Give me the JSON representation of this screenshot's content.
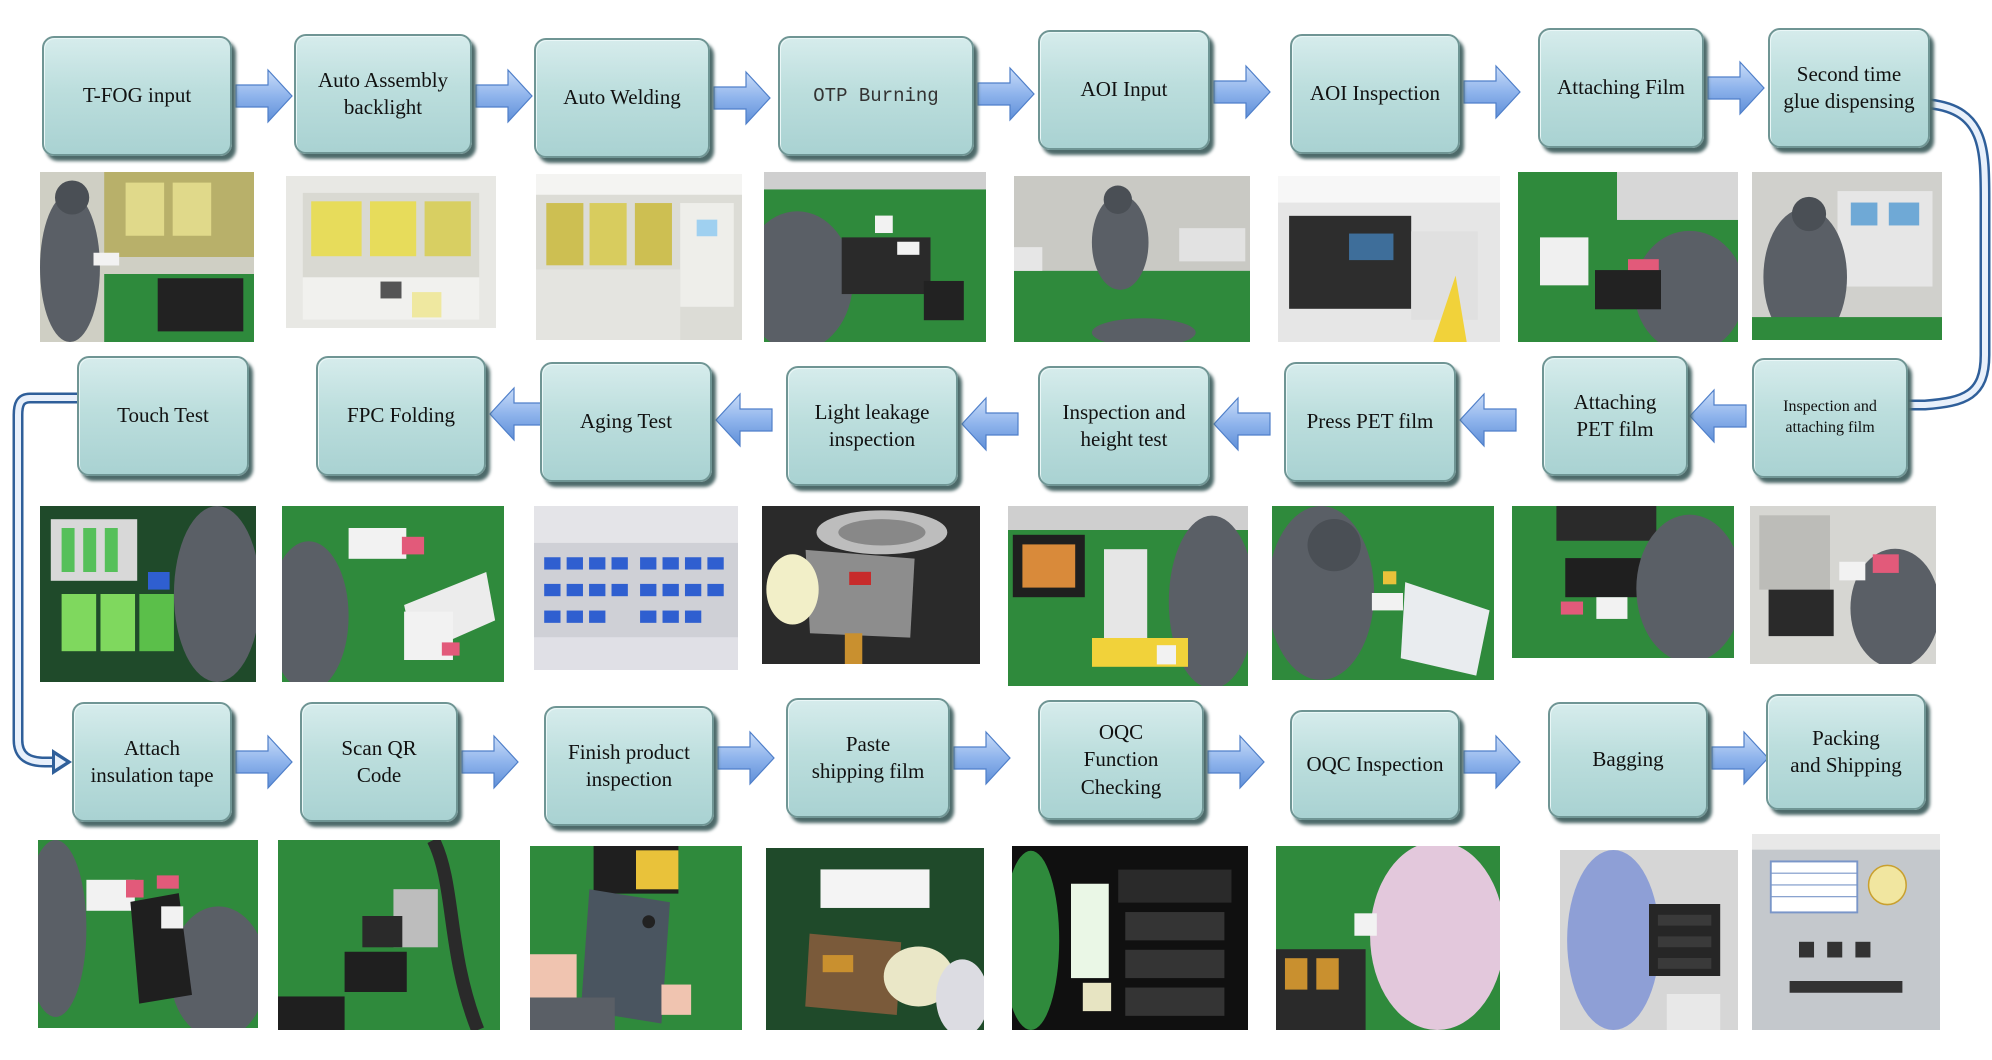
{
  "row1": [
    {
      "label": "T-FOG input"
    },
    {
      "label": "Auto Assembly\nbacklight"
    },
    {
      "label": "Auto Welding"
    },
    {
      "label": "OTP Burning"
    },
    {
      "label": "AOI Input"
    },
    {
      "label": "AOI Inspection"
    },
    {
      "label": "Attaching Film"
    },
    {
      "label": "Second time\nglue dispensing"
    }
  ],
  "row2": [
    {
      "label": "Touch Test"
    },
    {
      "label": "FPC Folding"
    },
    {
      "label": "Aging Test"
    },
    {
      "label": "Light leakage\ninspection"
    },
    {
      "label": "Inspection and\nheight test"
    },
    {
      "label": "Press PET film"
    },
    {
      "label": "Attaching\nPET film"
    },
    {
      "label": "Inspection and\nattaching film"
    }
  ],
  "row3": [
    {
      "label": "Attach\ninsulation tape"
    },
    {
      "label": "Scan QR\nCode"
    },
    {
      "label": "Finish product\ninspection"
    },
    {
      "label": "Paste\nshipping film"
    },
    {
      "label": "OQC\nFunction Checking"
    },
    {
      "label": "OQC Inspection"
    },
    {
      "label": "Bagging"
    },
    {
      "label": "Packing\nand Shipping"
    }
  ],
  "colors": {
    "box_fill": "#bcdedd",
    "box_border": "#6f9594",
    "arrow_fill": "#8fb4ec",
    "arrow_stroke": "#4f7fc9",
    "connector": "#3a6aa6",
    "factory_green": "#2f8a3c",
    "cleanroom_suit": "#5a5f66"
  }
}
